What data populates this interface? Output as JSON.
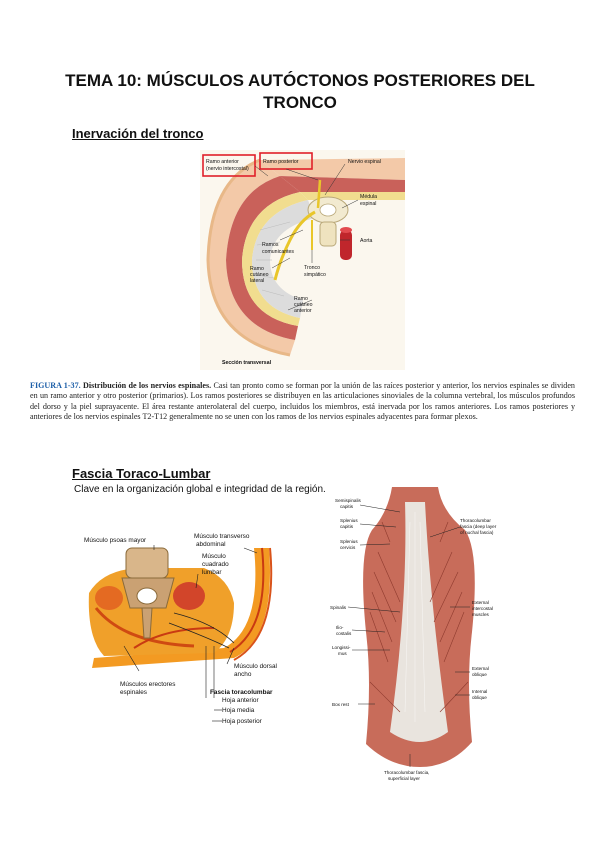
{
  "document": {
    "title": "TEMA 10: MÚSCULOS AUTÓCTONOS POSTERIORES DEL TRONCO",
    "section1": {
      "heading": "Inervación del tronco",
      "figure": {
        "labels": {
          "ramo_anterior": "Ramo anterior",
          "nervio_intercostal": "(nervio intercostal)",
          "ramo_posterior": "Ramo posterior",
          "nervio_espinal": "Nervio espinal",
          "medula": "Médula",
          "espinal": "espinal",
          "ramos": "Ramos",
          "comunicantes": "comunicantes",
          "aorta": "Aorta",
          "ramo_cut_lat_1": "Ramo",
          "ramo_cut_lat_2": "cutáneo",
          "ramo_cut_lat_3": "lateral",
          "tronco": "Tronco",
          "simpatico": "simpático",
          "ramo_cut_ant_1": "Ramo",
          "ramo_cut_ant_2": "cutáneo",
          "ramo_cut_ant_3": "anterior",
          "seccion": "Sección transversal"
        },
        "colors": {
          "highlight": "#e0202a"
        }
      },
      "caption": {
        "label": "FIGURA 1-37.",
        "lead": "Distribución de los nervios espinales.",
        "text": "Casi tan pronto como se forman por la unión de las raíces posterior y anterior, los nervios espinales se dividen en un ramo anterior y otro posterior (primarios). Los ramos posteriores se distribuyen en las articulaciones sinoviales de la columna vertebral, los músculos profundos del dorso y la piel suprayacente. El área restante anterolateral del cuerpo, incluidos los miembros, está inervada por los ramos anteriores. Los ramos posteriores y anteriores de los nervios espinales T2-T12 generalmente no se unen con los ramos de los nervios espinales adyacentes para formar plexos."
      }
    },
    "section2": {
      "heading": "Fascia Toraco-Lumbar",
      "subtext": "Clave en la organización global e integridad de la región.",
      "figure_left": {
        "labels": {
          "psoas": "Músculo psoas mayor",
          "transverso_1": "Músculo transverso",
          "transverso_2": "abdominal",
          "cuadrado_1": "Músculo",
          "cuadrado_2": "cuadrado",
          "cuadrado_3": "lumbar",
          "dorsal_1": "Músculo dorsal",
          "dorsal_2": "ancho",
          "erectores_1": "Músculos erectores",
          "erectores_2": "espinales",
          "fascia": "Fascia toracolumbar",
          "hoja_anterior": "Hoja anterior",
          "hoja_media": "Hoja media",
          "hoja_posterior": "Hoja posterior"
        }
      },
      "figure_right": {
        "labels": {
          "semispinalis_1": "Semispinalis",
          "semispinalis_2": "capitis",
          "splenius_cap_1": "Splenius",
          "splenius_cap_2": "capitis",
          "splenius_cerv_1": "Splenius",
          "splenius_cerv_2": "cervicis",
          "thoracolumbar_1": "Thoracolumbar",
          "thoracolumbar_2": "fascia (deep layer",
          "thoracolumbar_3": "of nuchal fascia)",
          "spinalis": "Spinalis",
          "ilio_1": "Ilio-",
          "ilio_2": "costalis",
          "longissimus_1": "Longissi-",
          "longissimus_2": "mus",
          "ext_intercostal_1": "External",
          "ext_intercostal_2": "intercostal",
          "ext_intercostal_3": "muscles",
          "ext_oblique_1": "External",
          "ext_oblique_2": "oblique",
          "int_oblique_1": "Internal",
          "int_oblique_2": "oblique",
          "box_rest": "Box rest",
          "tl_bottom_1": "Thoracolumbar fascia,",
          "tl_bottom_2": "superficial layer"
        }
      }
    }
  }
}
